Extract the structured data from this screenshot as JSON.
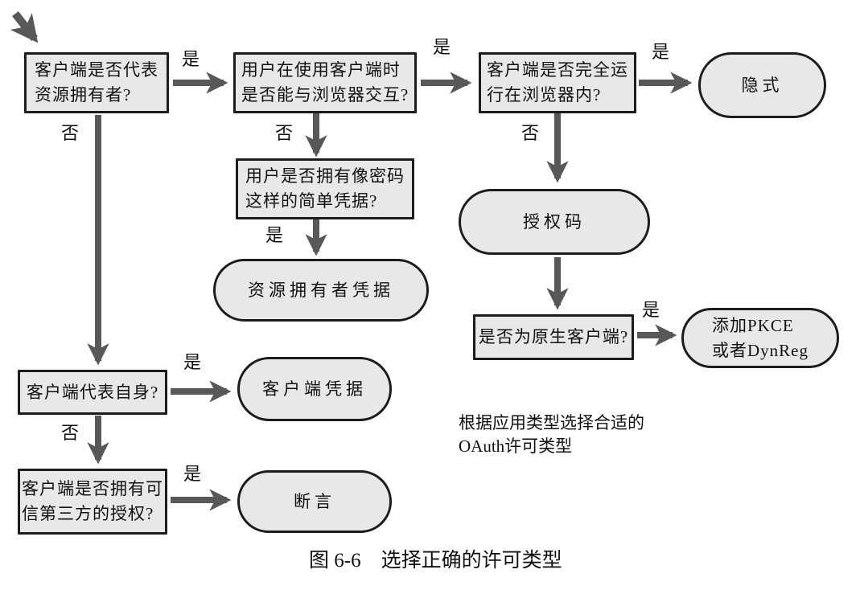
{
  "colors": {
    "node_fill": "#e8e8e8",
    "node_border": "#1c1c1c",
    "arrow": "#585858",
    "text": "#111111"
  },
  "labels": {
    "yes": "是",
    "no": "否"
  },
  "nodes": {
    "q_client_represents_owner": "客户端是否代表\n资源拥有者?",
    "q_user_browser_interaction": "用户在使用客户端时\n是否能与浏览器交互?",
    "q_runs_entirely_in_browser": "客户端是否完全运\n行在浏览器内?",
    "t_implicit": "隐式",
    "q_user_simple_credentials": "用户是否拥有像密码\n这样的简单凭据?",
    "t_resource_owner_credentials": "资源拥有者凭据",
    "t_authorization_code": "授权码",
    "q_native_client": "是否为原生客户端?",
    "t_add_pkce_dynreg": "添加PKCE\n或者DynReg",
    "q_client_acts_for_itself": "客户端代表自身?",
    "t_client_credentials": "客户端凭据",
    "q_trusted_third_party_authorization": "客户端是否拥有可\n信第三方的授权?",
    "t_assertion": "断言"
  },
  "annotation": "根据应用类型选择合适的\nOAuth许可类型",
  "caption": "图 6-6　选择正确的许可类型"
}
